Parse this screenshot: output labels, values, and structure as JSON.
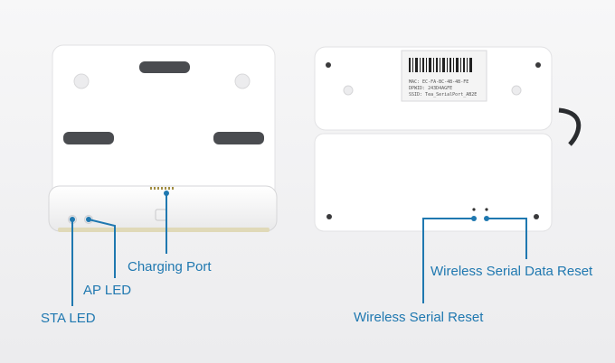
{
  "labels": {
    "charging_port": "Charging Port",
    "ap_led": "AP LED",
    "sta_led": "STA LED",
    "wireless_serial_reset": "Wireless Serial Reset",
    "wireless_serial_data_reset": "Wireless Serial Data Reset"
  },
  "sticker": {
    "line1": "MAC: EC-FA-BC-4B-4B-FE",
    "line2": "DPWID: 243D4AGFE",
    "line3": "SSID: Tea_SerialPort_AB2E"
  },
  "colors": {
    "callout": "#1f78b0",
    "device_body": "#ffffff",
    "background": "#f3f3f4"
  }
}
